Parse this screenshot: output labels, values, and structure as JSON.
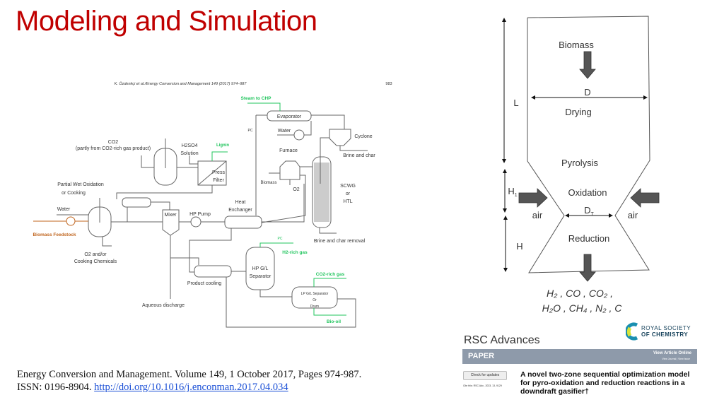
{
  "slide": {
    "title": "Modeling and Simulation",
    "citation_text": "Energy Conversion and Management. Volume 149, 1 October 2017, Pages 974-987. ISSN: 0196-8904. ",
    "citation_link": "http://doi.org/10.1016/j.enconman.2017.04.034"
  },
  "flowsheet": {
    "header": "K. Özdenkçi et al./Energy Conversion and Management 149 (2017) 974–987",
    "page_number": "983",
    "labels": {
      "steam_to_chp": "Steam to CHP",
      "evaporator": "Evaporator",
      "pc1": "PC",
      "water_top": "Water",
      "cyclone": "Cyclone",
      "brine_char": "Brine and char",
      "co2": "CO2",
      "co2_note": "(partly from CO2-rich gas product)",
      "h2so4": "H2SO4",
      "solution": "Solution",
      "lignin": "Lignin",
      "press": "Press",
      "filter": "Filter",
      "furnace": "Furnace",
      "biomass": "Biomass",
      "o2": "O2",
      "scwg": "SCWG",
      "or": "or",
      "htl": "HTL",
      "pwo": "Partial Wet Oxidation",
      "or_cooking": "or Cooking",
      "water": "Water",
      "biomass_feedstock": "Biomass Feedstock",
      "mixer": "Mixer",
      "hp_pump": "HP Pump",
      "heat": "Heat",
      "exchanger": "Exchanger",
      "brine_char_removal": "Brine and char removal",
      "pc2": "PC",
      "h2_rich": "H2-rich gas",
      "o2_andor": "O2 and/or",
      "cooking_chem": "Cooking Chemicals",
      "hp_gl": "HP G/L",
      "separator": "Separator",
      "co2_rich": "CO2-rich gas",
      "product_cooling": "Product cooling",
      "lp_gl": "LP G/L Separator",
      "lp_or": "Or",
      "drum": "Drum",
      "aqueous": "Aqueous discharge",
      "bio_oil": "Bio-oil"
    },
    "colors": {
      "green": "#22c55e",
      "orange": "#c0651e",
      "line": "#555555"
    }
  },
  "gasifier": {
    "biomass": "Biomass",
    "D": "D",
    "L": "L",
    "drying": "Drying",
    "pyrolysis": "Pyrolysis",
    "H1": "H",
    "H1_sub": "1",
    "oxidation": "Oxidation",
    "air_left": "air",
    "air_right": "air",
    "DT": "D",
    "DT_sub": "T",
    "H": "H",
    "reduction": "Reduction",
    "products_line1": "H₂ , CO , CO₂ ,",
    "products_line2": "H₂O , CH₄ , N₂ , C"
  },
  "rsc": {
    "journal": "RSC Advances",
    "logo_line1": "ROYAL SOCIETY",
    "logo_line2": "OF CHEMISTRY",
    "section": "PAPER",
    "view_online": "View Article Online",
    "view_journal": "View Journal | View Issue",
    "check_updates": "Check for updates",
    "cite": "Cite this: RSC Adv., 2023, 13, 9129",
    "paper_title": "A novel two-zone sequential optimization model for pyro-oxidation and reduction reactions in a downdraft gasifier†"
  }
}
